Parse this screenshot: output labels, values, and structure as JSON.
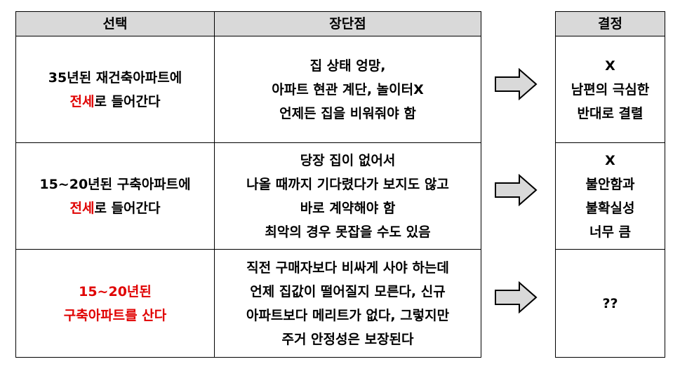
{
  "header": {
    "choice": "선택",
    "pros_cons": "장단점",
    "decision": "결정"
  },
  "rows": [
    {
      "choice": {
        "line1": "35년된 재건축아파트에",
        "line2_red": "전세",
        "line2_rest": "로 들어간다"
      },
      "pros_cons": [
        "집 상태 엉망,",
        "아파트 현관 계단, 놀이터X",
        "언제든 집을 비워줘야 함"
      ],
      "decision": [
        "X",
        "남편의 극심한",
        "반대로 결렬"
      ]
    },
    {
      "choice": {
        "line1": "15~20년된 구축아파트에",
        "line2_red": "전세",
        "line2_rest": "로 들어간다"
      },
      "pros_cons": [
        "당장 집이 없어서",
        "나올 때까지 기다렸다가 보지도 않고",
        "바로 계약해야 함",
        "최악의 경우 못잡을 수도 있음"
      ],
      "decision": [
        "X",
        "불안함과",
        "불확실성",
        "너무 큼"
      ]
    },
    {
      "choice": {
        "red_line1": "15~20년된",
        "red_line2": "구축아파트를 산다"
      },
      "pros_cons": [
        "직전 구매자보다 비싸게 사야 하는데",
        "언제 집값이 떨어질지 모른다, 신규",
        "아파트보다 메리트가 없다, 그렇지만",
        "주거 안정성은 보장된다"
      ],
      "decision": [
        "??"
      ]
    }
  ],
  "colors": {
    "header_bg": "#d9d9d9",
    "highlight_red": "#e00000",
    "arrow_fill": "#d9d9d9"
  },
  "icons": {
    "row_arrow": "right-arrow-icon"
  }
}
